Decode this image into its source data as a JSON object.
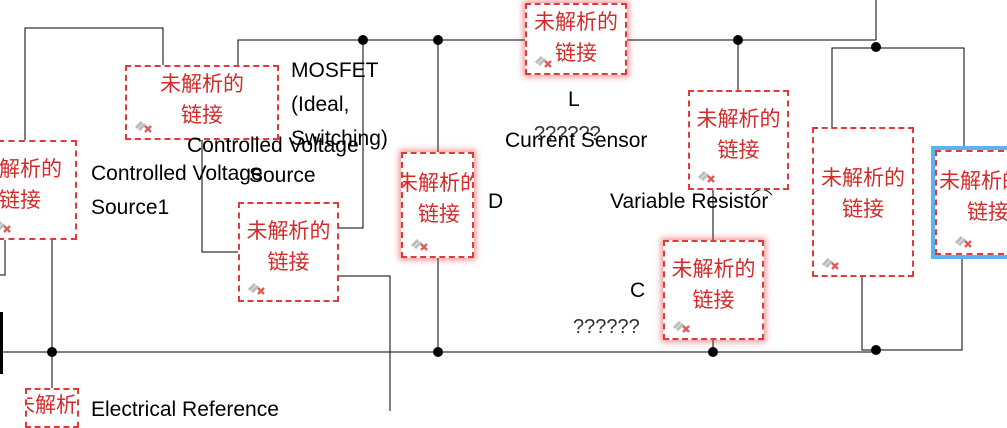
{
  "unresolved_link": {
    "line1": "未解析的",
    "line2": "链接"
  },
  "labels": {
    "mosfet": [
      "MOSFET",
      "(Ideal,",
      "Switching)"
    ],
    "cvs_main": [
      "Controlled Voltage",
      "Source"
    ],
    "cvs1": [
      "Controlled Voltage",
      "Source1"
    ],
    "current_sensor": "Current Sensor",
    "variable_resistor": "Variable Resistor",
    "inductor": "L",
    "inductor_value": "??????",
    "diode": "D",
    "capacitor": "C",
    "capacitor_value": "??????",
    "electrical_reference": "Electrical Reference"
  },
  "colors": {
    "unresolved": "#e03a3a",
    "selection": "#59b4f0",
    "wire": "#000000"
  }
}
